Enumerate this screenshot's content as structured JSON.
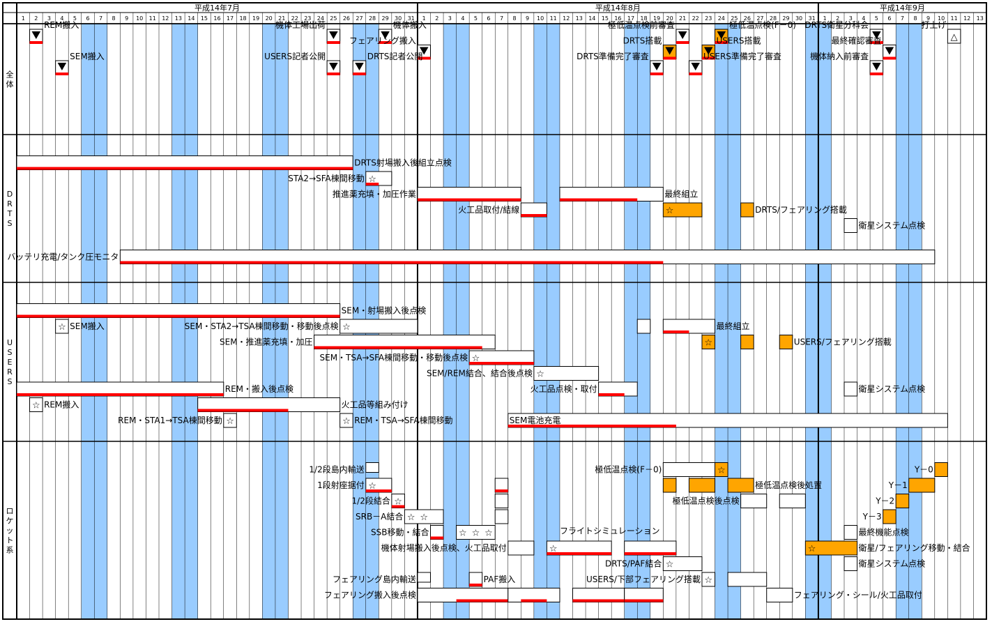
{
  "months": [
    {
      "label": "平成14年7月",
      "days": 31
    },
    {
      "label": "平成14年8月",
      "days": 31
    },
    {
      "label": "平成14年9月",
      "days": 13
    }
  ],
  "weekend_columns": [
    6,
    7,
    13,
    14,
    20,
    21,
    27,
    28,
    34,
    35,
    41,
    42,
    48,
    49,
    55,
    56,
    62,
    63,
    69,
    70
  ],
  "sections": [
    {
      "label": "全体",
      "rows": 8
    },
    {
      "label": "DRTS",
      "rows": 9
    },
    {
      "label": "USERS",
      "rows": 10
    },
    {
      "label": "ロケット系",
      "rows": 11
    }
  ],
  "colors": {
    "grid": "#000000",
    "weekend": "#99ccff",
    "plan_bar": "#ffffff",
    "actual_bar": "#ff0000",
    "highlight": "#ffa500",
    "milestone": "#000000"
  },
  "items": [
    {
      "section": 0,
      "row": 0,
      "type": "milestone",
      "start": 2,
      "label": "REM搬入",
      "label_pos": "right"
    },
    {
      "section": 0,
      "row": 0,
      "type": "milestone",
      "start": 25,
      "label": "機体工場出荷",
      "label_pos": "left"
    },
    {
      "section": 0,
      "row": 0,
      "type": "milestone",
      "start": 29,
      "label": "機体搬入",
      "label_pos": "right"
    },
    {
      "section": 0,
      "row": 0,
      "type": "milestone",
      "start": 52,
      "label": "極低温点検前審査",
      "label_pos": "left"
    },
    {
      "section": 0,
      "row": 0,
      "type": "milestone",
      "start": 55,
      "label": "極低温点検(F－0)",
      "label_pos": "right",
      "hl": true
    },
    {
      "section": 0,
      "row": 0,
      "type": "milestone",
      "start": 67,
      "label": "DRTS衛星分科会",
      "label_pos": "left"
    },
    {
      "section": 0,
      "row": 0,
      "type": "milestone",
      "start": 73,
      "label": "打上げ",
      "label_pos": "left",
      "launch": true
    },
    {
      "section": 0,
      "row": 1,
      "type": "milestone",
      "start": 51,
      "label": "DRTS搭載",
      "label_pos": "left",
      "hl": true
    },
    {
      "section": 0,
      "row": 1,
      "type": "milestone",
      "start": 54,
      "label": "USERS搭載",
      "label_pos": "right",
      "hl": true
    },
    {
      "section": 0,
      "row": 1,
      "type": "milestone",
      "start": 32,
      "label": "フェアリング搬入",
      "label_pos": "left"
    },
    {
      "section": 0,
      "row": 1,
      "type": "milestone",
      "start": 68,
      "label": "最終確認審査",
      "label_pos": "left"
    },
    {
      "section": 0,
      "row": 2,
      "type": "milestone",
      "start": 4,
      "label": "SEM搬入",
      "label_pos": "right"
    },
    {
      "section": 0,
      "row": 2,
      "type": "milestone",
      "start": 25,
      "label": "USERS記者公開",
      "label_pos": "left"
    },
    {
      "section": 0,
      "row": 2,
      "type": "milestone",
      "start": 27,
      "label": "DRTS記者公開",
      "label_pos": "right"
    },
    {
      "section": 0,
      "row": 2,
      "type": "milestone",
      "start": 50,
      "label": "DRTS準備完了審査",
      "label_pos": "left"
    },
    {
      "section": 0,
      "row": 2,
      "type": "milestone",
      "start": 53,
      "label": "USERS準備完了審査",
      "label_pos": "right"
    },
    {
      "section": 0,
      "row": 2,
      "type": "milestone",
      "start": 67,
      "label": "機体納入前審査",
      "label_pos": "left"
    },
    {
      "section": 1,
      "row": 1,
      "type": "bar",
      "start": 1,
      "end": 26,
      "actual_end": 26,
      "label": "DRTS射場搬入後組立点検",
      "label_pos": "right"
    },
    {
      "section": 1,
      "row": 2,
      "type": "bar",
      "start": 28,
      "end": 29,
      "actual_end": 28,
      "label": "STA2→SFA棟間移動",
      "label_pos": "left",
      "star": true
    },
    {
      "section": 1,
      "row": 3,
      "type": "bar",
      "start": 32,
      "end": 39,
      "actual_end": 39,
      "label": "推進薬充填・加圧作業",
      "label_pos": "left"
    },
    {
      "section": 1,
      "row": 3,
      "type": "bar",
      "start": 43,
      "end": 50,
      "actual_end": 48,
      "label": "最終組立",
      "label_pos": "right"
    },
    {
      "section": 1,
      "row": 4,
      "type": "bar",
      "start": 40,
      "end": 41,
      "actual_end": 41,
      "label": "火工品取付/結線",
      "label_pos": "left"
    },
    {
      "section": 1,
      "row": 4,
      "type": "bar",
      "start": 51,
      "end": 53,
      "label": "",
      "hl": true,
      "star": true
    },
    {
      "section": 1,
      "row": 4,
      "type": "bar",
      "start": 57,
      "end": 57,
      "label": "DRTS/フェアリング搭載",
      "label_pos": "right",
      "hl": true
    },
    {
      "section": 1,
      "row": 5,
      "type": "bar",
      "start": 65,
      "end": 65,
      "label": "衛星システム点検",
      "label_pos": "right"
    },
    {
      "section": 1,
      "row": 7,
      "type": "bar",
      "start": 9,
      "end": 71,
      "actual_end": 50,
      "label": "バッテリ充電/タンク圧モニタ",
      "label_pos": "left"
    },
    {
      "section": 2,
      "row": 1,
      "type": "bar",
      "start": 1,
      "end": 25,
      "actual_end": 25,
      "label": "SEM・射場搬入後点検",
      "label_pos": "right"
    },
    {
      "section": 2,
      "row": 2,
      "type": "bar",
      "start": 4,
      "end": 4,
      "label": "SEM搬入",
      "label_pos": "right",
      "star": true
    },
    {
      "section": 2,
      "row": 2,
      "type": "bar",
      "start": 26,
      "end": 31,
      "label": "SEM・STA2→TSA棟間移動・移動後点検",
      "label_pos": "left",
      "star": true
    },
    {
      "section": 2,
      "row": 2,
      "type": "bar",
      "start": 49,
      "end": 49,
      "label": ""
    },
    {
      "section": 2,
      "row": 2,
      "type": "bar",
      "start": 51,
      "end": 54,
      "actual_end": 52,
      "label": "最終組立",
      "label_pos": "right"
    },
    {
      "section": 2,
      "row": 3,
      "type": "bar",
      "start": 24,
      "end": 37,
      "actual_end": 36,
      "label": "SEM・推進薬充填・加圧",
      "label_pos": "left"
    },
    {
      "section": 2,
      "row": 3,
      "type": "bar",
      "start": 54,
      "end": 54,
      "label": "",
      "hl": true,
      "star": true
    },
    {
      "section": 2,
      "row": 3,
      "type": "bar",
      "start": 57,
      "end": 57,
      "label": "",
      "hl": true
    },
    {
      "section": 2,
      "row": 3,
      "type": "bar",
      "start": 60,
      "end": 60,
      "label": "USERS/フェアリング搭載",
      "label_pos": "right",
      "hl": true
    },
    {
      "section": 2,
      "row": 4,
      "type": "bar",
      "start": 36,
      "end": 40,
      "actual_end": 40,
      "label": "SEM・TSA→SFA棟間移動・移動後点検",
      "label_pos": "left",
      "star": true
    },
    {
      "section": 2,
      "row": 5,
      "type": "bar",
      "start": 41,
      "end": 45,
      "label": "SEM/REM結合、結合後点検",
      "label_pos": "left",
      "star": true
    },
    {
      "section": 2,
      "row": 6,
      "type": "bar",
      "start": 1,
      "end": 16,
      "actual_end": 16,
      "label": "REM・搬入後点検",
      "label_pos": "right"
    },
    {
      "section": 2,
      "row": 6,
      "type": "bar",
      "start": 46,
      "end": 48,
      "actual_end": 47,
      "label": "火工品点検・取付",
      "label_pos": "left"
    },
    {
      "section": 2,
      "row": 6,
      "type": "bar",
      "start": 65,
      "end": 65,
      "label": "衛星システム点検",
      "label_pos": "right"
    },
    {
      "section": 2,
      "row": 7,
      "type": "bar",
      "start": 2,
      "end": 2,
      "label": "REM搬入",
      "label_pos": "right",
      "star": true
    },
    {
      "section": 2,
      "row": 7,
      "type": "bar",
      "start": 15,
      "end": 25,
      "actual_end": 21,
      "label": "火工品等組み付け",
      "label_pos": "right"
    },
    {
      "section": 2,
      "row": 8,
      "type": "bar",
      "start": 17,
      "end": 17,
      "label": "REM・STA1→TSA棟間移動",
      "label_pos": "left",
      "star": true
    },
    {
      "section": 2,
      "row": 8,
      "type": "bar",
      "start": 26,
      "end": 26,
      "label": "REM・TSA→SFA棟間移動",
      "label_pos": "right",
      "star": true
    },
    {
      "section": 2,
      "row": 8,
      "type": "bar",
      "start": 39,
      "end": 72,
      "actual_end": 51,
      "label": "SEM電池充電",
      "label_pos": "inside"
    },
    {
      "section": 3,
      "row": 1,
      "type": "bar",
      "start": 28,
      "end": 28,
      "label": "1/2段島内輸送",
      "label_pos": "left",
      "thin": true
    },
    {
      "section": 3,
      "row": 1,
      "type": "bar",
      "start": 51,
      "end": 54,
      "label": "極低温点検(F－0)",
      "label_pos": "left"
    },
    {
      "section": 3,
      "row": 1,
      "type": "bar",
      "start": 55,
      "end": 55,
      "label": "",
      "hl": true,
      "star": true
    },
    {
      "section": 3,
      "row": 1,
      "type": "bar",
      "start": 72,
      "end": 72,
      "label": "Y－0",
      "label_pos": "left",
      "hl": true
    },
    {
      "section": 3,
      "row": 2,
      "type": "bar",
      "start": 28,
      "end": 29,
      "actual_end": 29,
      "label": "1段射座据付",
      "label_pos": "left",
      "star": true
    },
    {
      "section": 3,
      "row": 2,
      "type": "bar",
      "start": 38,
      "end": 38,
      "actual_end": 38,
      "label": ""
    },
    {
      "section": 3,
      "row": 2,
      "type": "bar",
      "start": 51,
      "end": 51,
      "label": "",
      "hl": true
    },
    {
      "section": 3,
      "row": 2,
      "type": "bar",
      "start": 53,
      "end": 54,
      "label": "",
      "hl": true
    },
    {
      "section": 3,
      "row": 2,
      "type": "bar",
      "start": 56,
      "end": 57,
      "label": "極低温点検後処置",
      "label_pos": "right",
      "hl": true
    },
    {
      "section": 3,
      "row": 2,
      "type": "bar",
      "start": 70,
      "end": 71,
      "label": "Y－1",
      "label_pos": "left",
      "hl": true
    },
    {
      "section": 3,
      "row": 3,
      "type": "bar",
      "start": 30,
      "end": 30,
      "actual_end": 30,
      "label": "1/2段結合",
      "label_pos": "left",
      "star": true
    },
    {
      "section": 3,
      "row": 3,
      "type": "bar",
      "start": 38,
      "end": 38,
      "label": ""
    },
    {
      "section": 3,
      "row": 3,
      "type": "bar",
      "start": 57,
      "end": 58,
      "label": "極低温点検後点検",
      "label_pos": "left"
    },
    {
      "section": 3,
      "row": 3,
      "type": "bar",
      "start": 60,
      "end": 61,
      "label": ""
    },
    {
      "section": 3,
      "row": 3,
      "type": "bar",
      "start": 69,
      "end": 69,
      "label": "Y－2",
      "label_pos": "left",
      "hl": true
    },
    {
      "section": 3,
      "row": 4,
      "type": "bar",
      "start": 31,
      "end": 33,
      "label": "SRB－A結合",
      "label_pos": "left",
      "stars": 2
    },
    {
      "section": 3,
      "row": 4,
      "type": "bar",
      "start": 38,
      "end": 38,
      "label": ""
    },
    {
      "section": 3,
      "row": 4,
      "type": "bar",
      "start": 68,
      "end": 68,
      "label": "Y－3",
      "label_pos": "left",
      "hl": true
    },
    {
      "section": 3,
      "row": 5,
      "type": "bar",
      "start": 33,
      "end": 33,
      "actual_end": 33,
      "label": "SSB移動・結合",
      "label_pos": "left"
    },
    {
      "section": 3,
      "row": 5,
      "type": "bar",
      "start": 35,
      "end": 37,
      "label": "",
      "stars": 3
    },
    {
      "section": 3,
      "row": 5,
      "type": "bar",
      "start": 65,
      "end": 65,
      "label": "最終機能点検",
      "label_pos": "right"
    },
    {
      "section": 3,
      "row": 5,
      "type": "text",
      "start": 43,
      "label": "フライトシミュレーション"
    },
    {
      "section": 3,
      "row": 6,
      "type": "bar",
      "start": 39,
      "end": 40,
      "label": "機体射場搬入後点検、火工品取付",
      "label_pos": "left"
    },
    {
      "section": 3,
      "row": 6,
      "type": "bar",
      "start": 42,
      "end": 46,
      "actual_end": 46,
      "label": "",
      "star": true
    },
    {
      "section": 3,
      "row": 6,
      "type": "bar",
      "start": 48,
      "end": 51,
      "actual_end": 51,
      "label": ""
    },
    {
      "section": 3,
      "row": 6,
      "type": "bar",
      "start": 62,
      "end": 65,
      "label": "衛星/フェアリング移動・結合",
      "label_pos": "right",
      "hl": true,
      "star": true
    },
    {
      "section": 3,
      "row": 7,
      "type": "bar",
      "start": 51,
      "end": 53,
      "label": "DRTS/PAF結合",
      "label_pos": "left",
      "star": true
    },
    {
      "section": 3,
      "row": 7,
      "type": "bar",
      "start": 65,
      "end": 65,
      "label": "衛星システム点検",
      "label_pos": "right"
    },
    {
      "section": 3,
      "row": 8,
      "type": "bar",
      "start": 32,
      "end": 32,
      "label": "フェアリング島内輸送",
      "label_pos": "left",
      "thin": true
    },
    {
      "section": 3,
      "row": 8,
      "type": "bar",
      "start": 36,
      "end": 36,
      "actual_end": 36,
      "label": "PAF搬入",
      "label_pos": "right"
    },
    {
      "section": 3,
      "row": 8,
      "type": "bar",
      "start": 54,
      "end": 54,
      "label": "USERS/下部フェアリング搭載",
      "label_pos": "left",
      "star": true
    },
    {
      "section": 3,
      "row": 8,
      "type": "bar",
      "start": 56,
      "end": 58,
      "label": ""
    },
    {
      "section": 3,
      "row": 9,
      "type": "bar",
      "start": 32,
      "end": 38,
      "actual_start": 35,
      "actual_end": 38,
      "label": "フェアリング搬入後点検",
      "label_pos": "left"
    },
    {
      "section": 3,
      "row": 9,
      "type": "bar",
      "start": 39,
      "end": 42,
      "actual_start": 40,
      "actual_end": 41,
      "label": ""
    },
    {
      "section": 3,
      "row": 9,
      "type": "bar",
      "start": 44,
      "end": 47,
      "actual_start": 44,
      "actual_end": 47,
      "label": ""
    },
    {
      "section": 3,
      "row": 9,
      "type": "bar",
      "start": 48,
      "end": 50,
      "actual_start": 48,
      "actual_end": 50,
      "label": ""
    },
    {
      "section": 3,
      "row": 9,
      "type": "bar",
      "start": 59,
      "end": 60,
      "label": "フェアリング・シール/火工品取付",
      "label_pos": "right"
    }
  ]
}
